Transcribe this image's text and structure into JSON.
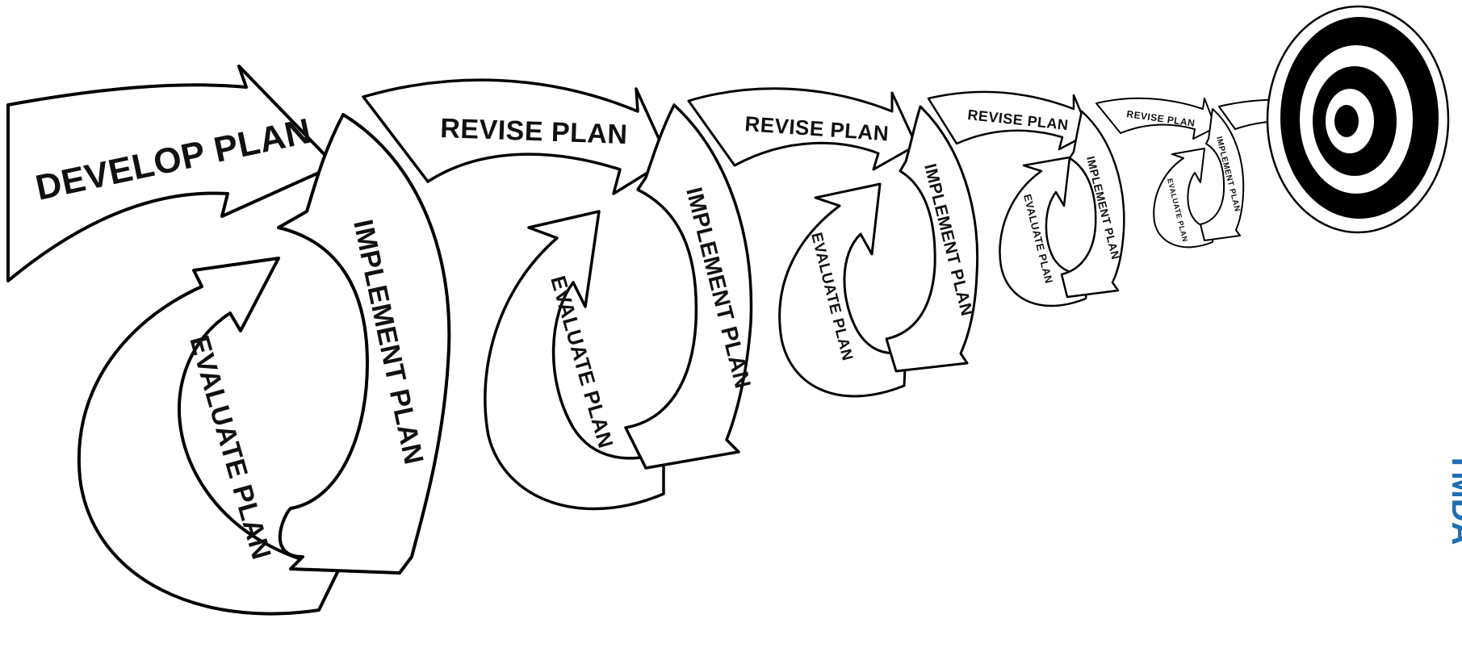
{
  "labels": {
    "develop": "DEVELOP PLAN",
    "revise": "REVISE PLAN",
    "implement": "IMPLEMENT PLAN",
    "evaluate": "EVALUATE PLAN"
  },
  "edge_text": "TMDA",
  "colors": {
    "line": "#000000",
    "fill": "#ffffff",
    "target": "#000000",
    "edge_text": "#1f6fb4"
  }
}
